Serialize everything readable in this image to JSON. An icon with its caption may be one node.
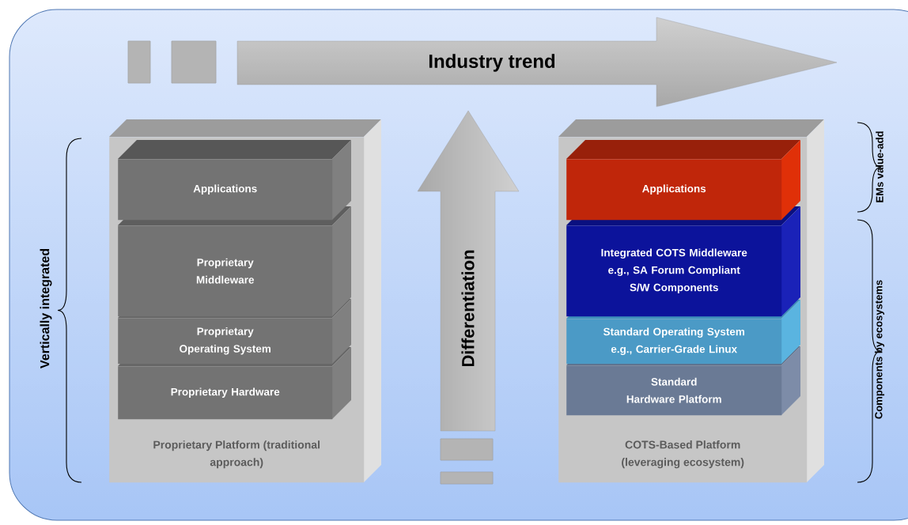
{
  "diagram": {
    "nodes": [
      {
        "text": [
          "Industry trend"
        ]
      },
      {
        "text": [
          "Proprietary Platform (traditional approach)"
        ]
      },
      {
        "text": [
          "Applications"
        ],
        "in": 1
      },
      {
        "text": [
          "Proprietary Middleware"
        ],
        "in": 1
      },
      {
        "text": [
          "Proprietary Operating System"
        ],
        "in": 1
      },
      {
        "text": [
          "Proprietary Hardware"
        ],
        "in": 1
      },
      {
        "text": [
          "Differentiation"
        ]
      },
      {
        "text": [
          "COTS-Based Platform (leveraging ecosystem)"
        ]
      },
      {
        "text": [
          "Applications"
        ],
        "in": 7
      },
      {
        "text": [
          "Integrated COTS Middleware e.g., SA Forum Compliant S/W Components"
        ],
        "in": 7
      },
      {
        "text": [
          "Standard Operating System e.g., Carrier-Grade Linux"
        ],
        "in": 7
      },
      {
        "text": [
          "Standard Hardware Platform"
        ],
        "in": 7
      }
    ],
    "labels": [
      "Vertically integrated",
      "EMs value-add",
      "Components by ecosystems"
    ]
  }
}
